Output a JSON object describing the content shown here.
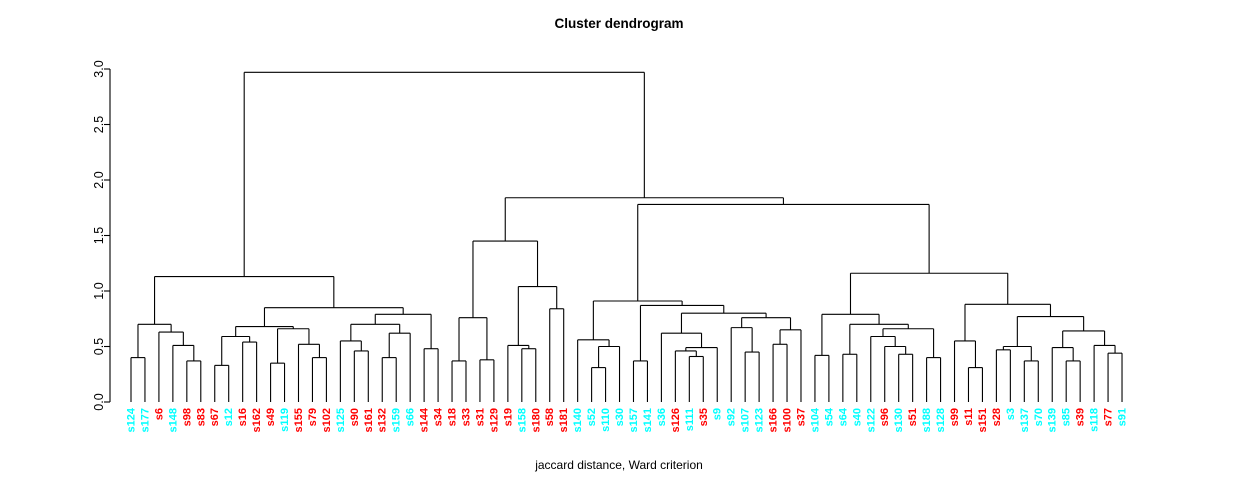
{
  "title": "Cluster dendrogram",
  "caption": "jaccard distance, Ward criterion",
  "colors": {
    "cluster_a": "#00ffff",
    "cluster_b": "#ff0000",
    "line": "#000000",
    "background": "#ffffff"
  },
  "y_axis": {
    "ticks": [
      "0.0",
      "0.5",
      "1.0",
      "1.5",
      "2.0",
      "2.5",
      "3.0"
    ],
    "tick_values": [
      0,
      0.5,
      1,
      1.5,
      2,
      2.5,
      3
    ],
    "range": [
      0,
      3.0
    ]
  },
  "chart_data": {
    "type": "dendrogram",
    "title": "Cluster dendrogram",
    "xlabel": "jaccard distance, Ward criterion",
    "ylabel": "",
    "ylim": [
      0,
      3.0
    ],
    "root_height": 2.97,
    "leaves": [
      "s124",
      "s177",
      "s6",
      "s148",
      "s98",
      "s83",
      "s67",
      "s12",
      "s16",
      "s162",
      "s49",
      "s119",
      "s155",
      "s79",
      "s102",
      "s125",
      "s90",
      "s161",
      "s132",
      "s159",
      "s66",
      "s144",
      "s34",
      "s18",
      "s33",
      "s31",
      "s129",
      "s19",
      "s158",
      "s180",
      "s58",
      "s181",
      "s140",
      "s52",
      "s110",
      "s30",
      "s157",
      "s141",
      "s36",
      "s126",
      "s111",
      "s35",
      "s9",
      "s92",
      "s107",
      "s123",
      "s166",
      "s100",
      "s37",
      "s104",
      "s54",
      "s64",
      "s40",
      "s122",
      "s96",
      "s130",
      "s51",
      "s188",
      "s128",
      "s99",
      "s11",
      "s151",
      "s28",
      "s3",
      "s137",
      "s70",
      "s139",
      "s85",
      "s39",
      "s118",
      "s77",
      "s91"
    ],
    "leaf_colors": {
      "s124": "cyan",
      "s177": "cyan",
      "s6": "red",
      "s148": "cyan",
      "s98": "red",
      "s83": "red",
      "s67": "red",
      "s12": "cyan",
      "s16": "red",
      "s162": "red",
      "s49": "red",
      "s119": "cyan",
      "s155": "red",
      "s79": "red",
      "s102": "red",
      "s125": "cyan",
      "s90": "red",
      "s161": "red",
      "s132": "red",
      "s159": "cyan",
      "s66": "cyan",
      "s144": "red",
      "s34": "red",
      "s18": "red",
      "s33": "red",
      "s31": "red",
      "s129": "red",
      "s19": "red",
      "s158": "cyan",
      "s180": "red",
      "s58": "red",
      "s181": "red",
      "s140": "cyan",
      "s52": "cyan",
      "s110": "cyan",
      "s30": "cyan",
      "s157": "cyan",
      "s141": "cyan",
      "s36": "cyan",
      "s126": "red",
      "s111": "cyan",
      "s35": "red",
      "s9": "cyan",
      "s92": "cyan",
      "s107": "cyan",
      "s123": "cyan",
      "s166": "red",
      "s100": "red",
      "s37": "red",
      "s104": "cyan",
      "s54": "cyan",
      "s64": "cyan",
      "s40": "cyan",
      "s122": "cyan",
      "s96": "red",
      "s130": "cyan",
      "s51": "red",
      "s188": "cyan",
      "s128": "cyan",
      "s99": "red",
      "s11": "red",
      "s151": "red",
      "s28": "red",
      "s3": "cyan",
      "s137": "cyan",
      "s70": "cyan",
      "s139": "cyan",
      "s85": "cyan",
      "s39": "red",
      "s118": "cyan",
      "s77": "red",
      "s91": "cyan"
    },
    "tree": {
      "h": 2.97,
      "c": [
        {
          "h": 1.13,
          "c": [
            {
              "h": 0.7,
              "c": [
                {
                  "h": 0.4,
                  "c": [
                    "s124",
                    "s177"
                  ]
                },
                {
                  "h": 0.63,
                  "c": [
                    "s6",
                    {
                      "h": 0.51,
                      "c": [
                        "s148",
                        {
                          "h": 0.37,
                          "c": [
                            "s98",
                            "s83"
                          ]
                        }
                      ]
                    }
                  ]
                }
              ]
            },
            {
              "h": 0.85,
              "c": [
                {
                  "h": 0.68,
                  "c": [
                    {
                      "h": 0.59,
                      "c": [
                        {
                          "h": 0.33,
                          "c": [
                            "s67",
                            "s12"
                          ]
                        },
                        {
                          "h": 0.54,
                          "c": [
                            "s16",
                            "s162"
                          ]
                        }
                      ]
                    },
                    {
                      "h": 0.66,
                      "c": [
                        {
                          "h": 0.35,
                          "c": [
                            "s49",
                            "s119"
                          ]
                        },
                        {
                          "h": 0.52,
                          "c": [
                            "s155",
                            {
                              "h": 0.4,
                              "c": [
                                "s79",
                                "s102"
                              ]
                            }
                          ]
                        }
                      ]
                    }
                  ]
                },
                {
                  "h": 0.79,
                  "c": [
                    {
                      "h": 0.7,
                      "c": [
                        {
                          "h": 0.55,
                          "c": [
                            "s125",
                            {
                              "h": 0.46,
                              "c": [
                                "s90",
                                "s161"
                              ]
                            }
                          ]
                        },
                        {
                          "h": 0.62,
                          "c": [
                            {
                              "h": 0.4,
                              "c": [
                                "s132",
                                "s159"
                              ]
                            },
                            "s66"
                          ]
                        }
                      ]
                    },
                    {
                      "h": 0.48,
                      "c": [
                        "s144",
                        "s34"
                      ]
                    }
                  ]
                }
              ]
            }
          ]
        },
        {
          "h": 1.84,
          "c": [
            {
              "h": 1.45,
              "c": [
                {
                  "h": 0.76,
                  "c": [
                    {
                      "h": 0.37,
                      "c": [
                        "s18",
                        "s33"
                      ]
                    },
                    {
                      "h": 0.38,
                      "c": [
                        "s31",
                        "s129"
                      ]
                    }
                  ]
                },
                {
                  "h": 1.04,
                  "c": [
                    {
                      "h": 0.51,
                      "c": [
                        "s19",
                        {
                          "h": 0.48,
                          "c": [
                            "s158",
                            "s180"
                          ]
                        }
                      ]
                    },
                    {
                      "h": 0.84,
                      "c": [
                        "s58",
                        "s181"
                      ]
                    }
                  ]
                }
              ]
            },
            {
              "h": 1.78,
              "c": [
                {
                  "h": 0.91,
                  "c": [
                    {
                      "h": 0.56,
                      "c": [
                        "s140",
                        {
                          "h": 0.5,
                          "c": [
                            {
                              "h": 0.31,
                              "c": [
                                "s52",
                                "s110"
                              ]
                            },
                            "s30"
                          ]
                        }
                      ]
                    },
                    {
                      "h": 0.87,
                      "c": [
                        {
                          "h": 0.37,
                          "c": [
                            "s157",
                            "s141"
                          ]
                        },
                        {
                          "h": 0.8,
                          "c": [
                            {
                              "h": 0.62,
                              "c": [
                                "s36",
                                {
                                  "h": 0.49,
                                  "c": [
                                    {
                                      "h": 0.46,
                                      "c": [
                                        "s126",
                                        {
                                          "h": 0.41,
                                          "c": [
                                            "s111",
                                            "s35"
                                          ]
                                        }
                                      ]
                                    },
                                    "s9"
                                  ]
                                }
                              ]
                            },
                            {
                              "h": 0.76,
                              "c": [
                                {
                                  "h": 0.67,
                                  "c": [
                                    "s92",
                                    {
                                      "h": 0.45,
                                      "c": [
                                        "s107",
                                        "s123"
                                      ]
                                    }
                                  ]
                                },
                                {
                                  "h": 0.65,
                                  "c": [
                                    {
                                      "h": 0.52,
                                      "c": [
                                        "s166",
                                        "s100"
                                      ]
                                    },
                                    "s37"
                                  ]
                                }
                              ]
                            }
                          ]
                        }
                      ]
                    }
                  ]
                },
                {
                  "h": 1.16,
                  "c": [
                    {
                      "h": 0.79,
                      "c": [
                        {
                          "h": 0.42,
                          "c": [
                            "s104",
                            "s54"
                          ]
                        },
                        {
                          "h": 0.7,
                          "c": [
                            {
                              "h": 0.43,
                              "c": [
                                "s64",
                                "s40"
                              ]
                            },
                            {
                              "h": 0.66,
                              "c": [
                                {
                                  "h": 0.59,
                                  "c": [
                                    "s122",
                                    {
                                      "h": 0.5,
                                      "c": [
                                        "s96",
                                        {
                                          "h": 0.43,
                                          "c": [
                                            "s130",
                                            "s51"
                                          ]
                                        }
                                      ]
                                    }
                                  ]
                                },
                                {
                                  "h": 0.4,
                                  "c": [
                                    "s188",
                                    "s128"
                                  ]
                                }
                              ]
                            }
                          ]
                        }
                      ]
                    },
                    {
                      "h": 0.88,
                      "c": [
                        {
                          "h": 0.55,
                          "c": [
                            "s99",
                            {
                              "h": 0.31,
                              "c": [
                                "s11",
                                "s151"
                              ]
                            }
                          ]
                        },
                        {
                          "h": 0.77,
                          "c": [
                            {
                              "h": 0.5,
                              "c": [
                                {
                                  "h": 0.47,
                                  "c": [
                                    "s28",
                                    "s3"
                                  ]
                                },
                                {
                                  "h": 0.37,
                                  "c": [
                                    "s137",
                                    "s70"
                                  ]
                                }
                              ]
                            },
                            {
                              "h": 0.64,
                              "c": [
                                {
                                  "h": 0.49,
                                  "c": [
                                    "s139",
                                    {
                                      "h": 0.37,
                                      "c": [
                                        "s85",
                                        "s39"
                                      ]
                                    }
                                  ]
                                },
                                {
                                  "h": 0.51,
                                  "c": [
                                    "s118",
                                    {
                                      "h": 0.44,
                                      "c": [
                                        "s77",
                                        "s91"
                                      ]
                                    }
                                  ]
                                }
                              ]
                            }
                          ]
                        }
                      ]
                    }
                  ]
                }
              ]
            }
          ]
        }
      ]
    }
  }
}
